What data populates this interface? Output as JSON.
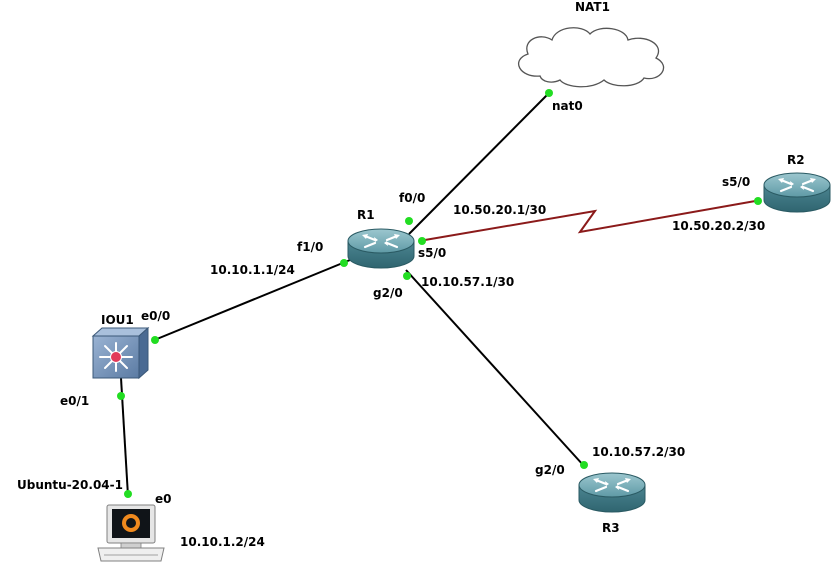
{
  "nodes": {
    "nat1": {
      "name": "NAT1",
      "icon": "cloud-icon"
    },
    "r1": {
      "name": "R1",
      "icon": "router-icon"
    },
    "r2": {
      "name": "R2",
      "icon": "router-icon"
    },
    "r3": {
      "name": "R3",
      "icon": "router-icon"
    },
    "iou1": {
      "name": "IOU1",
      "icon": "layer3-switch-icon"
    },
    "ubuntu": {
      "name": "Ubuntu-20.04-1",
      "icon": "computer-icon"
    }
  },
  "links": {
    "r1_nat1": {
      "a_port": "f0/0",
      "b_port": "nat0"
    },
    "r1_r2": {
      "a_port": "s5/0",
      "b_port": "s5/0",
      "a_ip": "10.50.20.1/30",
      "b_ip": "10.50.20.2/30"
    },
    "r1_r3": {
      "a_port": "g2/0",
      "b_port": "g2/0",
      "a_ip": "10.10.57.1/30",
      "b_ip": "10.10.57.2/30"
    },
    "r1_iou1": {
      "a_port": "f1/0",
      "b_port": "e0/0",
      "a_ip": "10.10.1.1/24"
    },
    "iou1_ubuntu": {
      "a_port": "e0/1",
      "b_port": "e0",
      "b_ip": "10.10.1.2/24"
    }
  },
  "colors": {
    "ethernet_link": "#000000",
    "serial_link": "#8b1a1a",
    "port_status_up": "#22dd22",
    "router_body": "#4f8a96",
    "switch_body": "#6f8fb4"
  }
}
